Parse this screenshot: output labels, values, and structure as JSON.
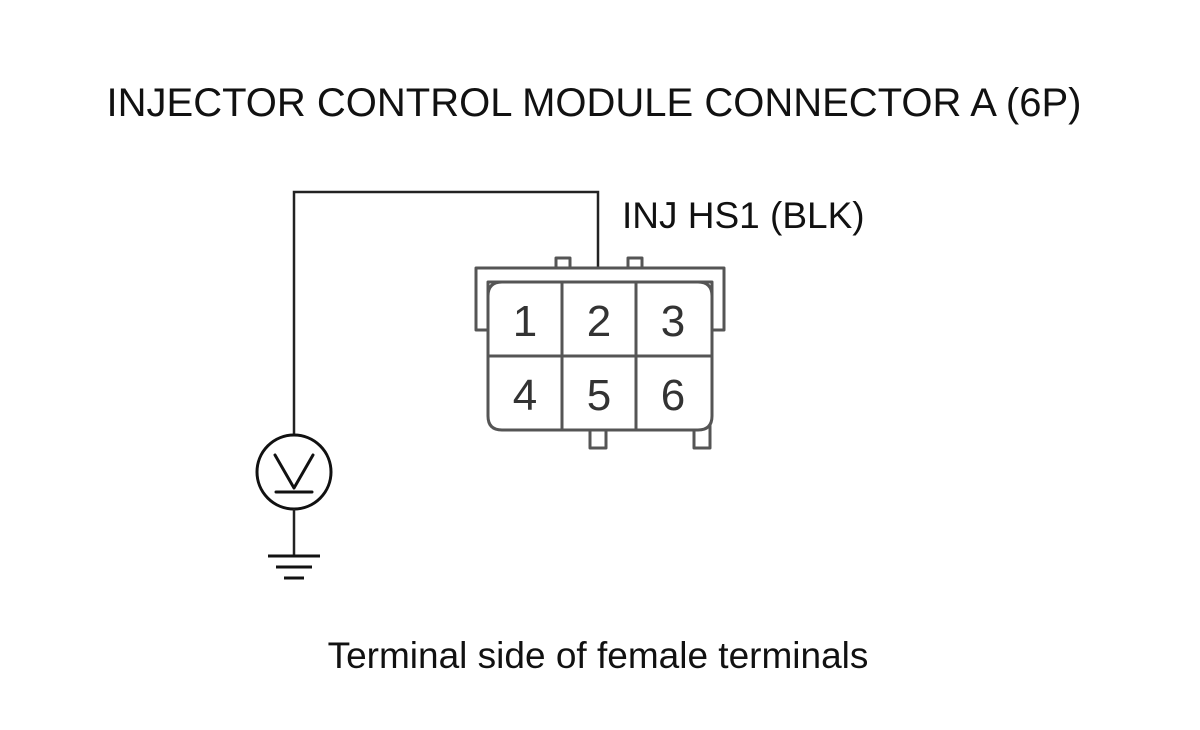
{
  "title": "INJECTOR CONTROL MODULE CONNECTOR A (6P)",
  "wire_label": "INJ HS1 (BLK)",
  "caption": "Terminal side of female terminals",
  "connector": {
    "terminals": [
      "1",
      "2",
      "3",
      "4",
      "5",
      "6"
    ]
  },
  "icons": {
    "meter": "voltmeter-icon",
    "ground": "ground-icon"
  },
  "colors": {
    "line": "#222222",
    "housing": "#555555",
    "text": "#111111"
  }
}
